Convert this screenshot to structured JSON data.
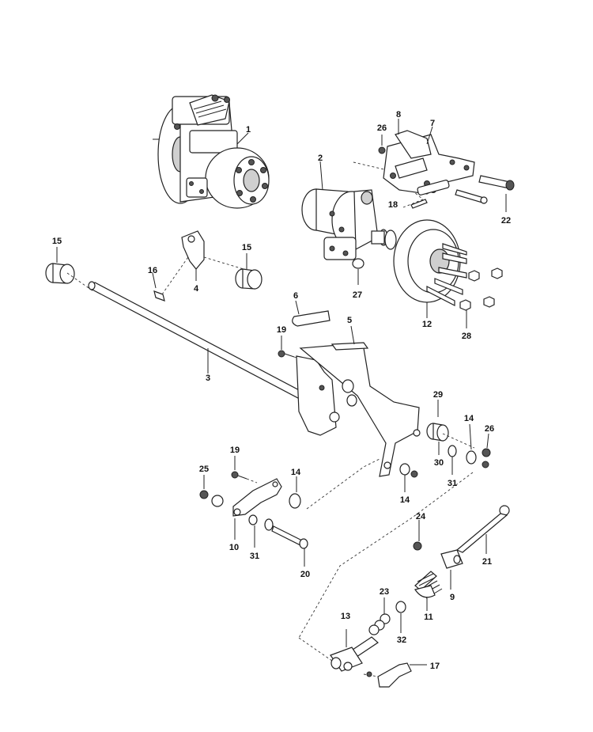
{
  "callouts": [
    {
      "id": "c1",
      "label": "1"
    },
    {
      "id": "c2",
      "label": "2"
    },
    {
      "id": "c3",
      "label": "3"
    },
    {
      "id": "c4",
      "label": "4"
    },
    {
      "id": "c5",
      "label": "5"
    },
    {
      "id": "c6",
      "label": "6"
    },
    {
      "id": "c7",
      "label": "7"
    },
    {
      "id": "c8",
      "label": "8"
    },
    {
      "id": "c9",
      "label": "9"
    },
    {
      "id": "c10",
      "label": "10"
    },
    {
      "id": "c11",
      "label": "11"
    },
    {
      "id": "c12",
      "label": "12"
    },
    {
      "id": "c13",
      "label": "13"
    },
    {
      "id": "c14a",
      "label": "14"
    },
    {
      "id": "c14b",
      "label": "14"
    },
    {
      "id": "c14c",
      "label": "14"
    },
    {
      "id": "c15a",
      "label": "15"
    },
    {
      "id": "c15b",
      "label": "15"
    },
    {
      "id": "c16",
      "label": "16"
    },
    {
      "id": "c17",
      "label": "17"
    },
    {
      "id": "c18",
      "label": "18"
    },
    {
      "id": "c19a",
      "label": "19"
    },
    {
      "id": "c19b",
      "label": "19"
    },
    {
      "id": "c20",
      "label": "20"
    },
    {
      "id": "c21",
      "label": "21"
    },
    {
      "id": "c22",
      "label": "22"
    },
    {
      "id": "c23",
      "label": "23"
    },
    {
      "id": "c24",
      "label": "24"
    },
    {
      "id": "c25",
      "label": "25"
    },
    {
      "id": "c26a",
      "label": "26"
    },
    {
      "id": "c26b",
      "label": "26"
    },
    {
      "id": "c27",
      "label": "27"
    },
    {
      "id": "c28",
      "label": "28"
    },
    {
      "id": "c29",
      "label": "29"
    },
    {
      "id": "c30",
      "label": "30"
    },
    {
      "id": "c31a",
      "label": "31"
    },
    {
      "id": "c31b",
      "label": "31"
    },
    {
      "id": "c32",
      "label": "32"
    }
  ]
}
